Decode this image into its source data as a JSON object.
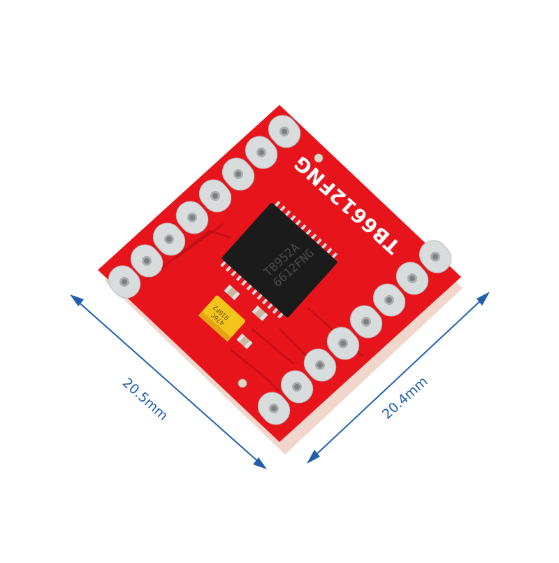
{
  "product": {
    "silkscreen_label": "TB6612FNG",
    "chip_marking_line1": "TB952A",
    "chip_marking_line2": "6612FNG",
    "capacitor_marking_line1": "476C",
    "capacitor_marking_line2": "010F2",
    "pin_count_per_side": 8
  },
  "dimensions": {
    "left_edge": "20.5mm",
    "right_edge": "20.4mm"
  },
  "colors": {
    "pcb_red": "#e8141c",
    "pcb_edge": "#f3d9d0",
    "pad_silver": "#d9dcdc",
    "chip_black": "#1b1b1b",
    "capacitor_yellow": "#f3c41a",
    "dimension_blue": "#1f5fae",
    "background": "#ffffff"
  }
}
